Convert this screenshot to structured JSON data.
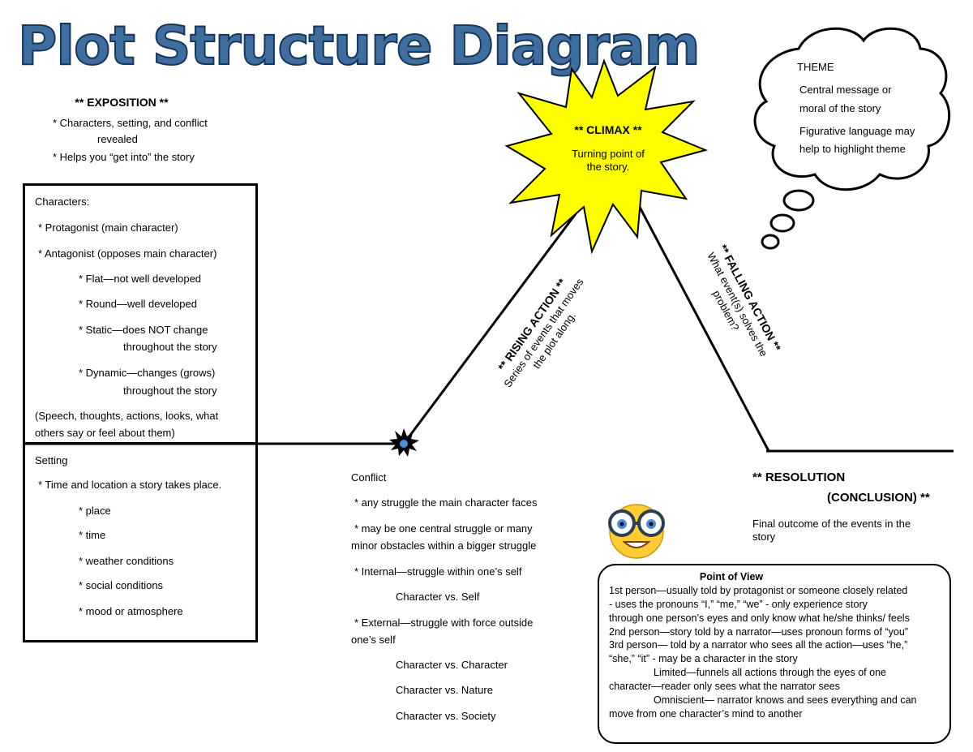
{
  "title": "Plot Structure Diagram",
  "exposition": {
    "heading": "** EXPOSITION **",
    "line1": "* Characters, setting, and conflict",
    "line2": "revealed",
    "line3": "* Helps you “get into” the story"
  },
  "characters_box": {
    "heading": "Characters:",
    "items": [
      "* Protagonist (main character)",
      "* Antagonist (opposes main character)",
      "* Flat—not well developed",
      "* Round—well developed",
      "* Static—does NOT change",
      "throughout the story",
      "* Dynamic—changes (grows)",
      "throughout the story",
      "(Speech, thoughts, actions, looks, what",
      "others say or feel about them)"
    ]
  },
  "setting_box": {
    "heading": "Setting",
    "items": [
      "* Time and location a story takes place.",
      "* place",
      "* time",
      "* weather conditions",
      "* social conditions",
      "* mood or atmosphere"
    ]
  },
  "conflict": {
    "heading": "Conflict",
    "items": [
      "* any struggle the main character faces",
      "* may be one central struggle or many",
      "minor obstacles within a bigger struggle",
      "* Internal—struggle within one’s self",
      "Character vs. Self",
      "* External—struggle with force outside",
      "one’s self",
      "Character vs. Character",
      "Character vs. Nature",
      "Character vs. Society"
    ]
  },
  "climax": {
    "heading": "** CLIMAX **",
    "line1": "Turning point of",
    "line2": "the story."
  },
  "rising_action": {
    "heading": "** RISING ACTION **",
    "line1": "Series of events that moves",
    "line2": "the plot along."
  },
  "falling_action": {
    "heading": "** FALLING ACTION **",
    "line1": "What event(s) solves the",
    "line2": "problem?"
  },
  "resolution": {
    "heading1": "** RESOLUTION",
    "heading2": "(CONCLUSION) **",
    "line1": "Final outcome of the events in the",
    "line2": "story"
  },
  "theme": {
    "heading": "THEME",
    "line1": "Central message or",
    "line2": "moral of the story",
    "line3": "Figurative language may",
    "line4": "help to highlight theme"
  },
  "point_of_view": {
    "heading": "Point of View",
    "lines": [
      "1st person—usually told by protagonist or someone closely related",
      "- uses the pronouns “I,” “me,” “we” - only experience story",
      "through one person’s eyes and only know what he/she thinks/ feels",
      "2nd person—story told by a narrator—uses pronoun forms of “you”",
      "3rd person— told by a narrator who sees all the action—uses “he,”",
      "“she,” “it” - may be a character in the story",
      "Limited—funnels all actions through the eyes of one",
      "character—reader only sees what the narrator sees",
      "Omniscient— narrator knows and sees everything and can",
      "move from one character’s mind to another"
    ]
  },
  "colors": {
    "title_fill": "#3f6d9e",
    "title_outline": "#16365b",
    "climax_star": "#ffff00",
    "emoji_face": "#ffcc33"
  },
  "icons": [
    "starburst-icon",
    "small-star-icon",
    "thought-cloud-icon",
    "nerd-emoji-icon"
  ]
}
